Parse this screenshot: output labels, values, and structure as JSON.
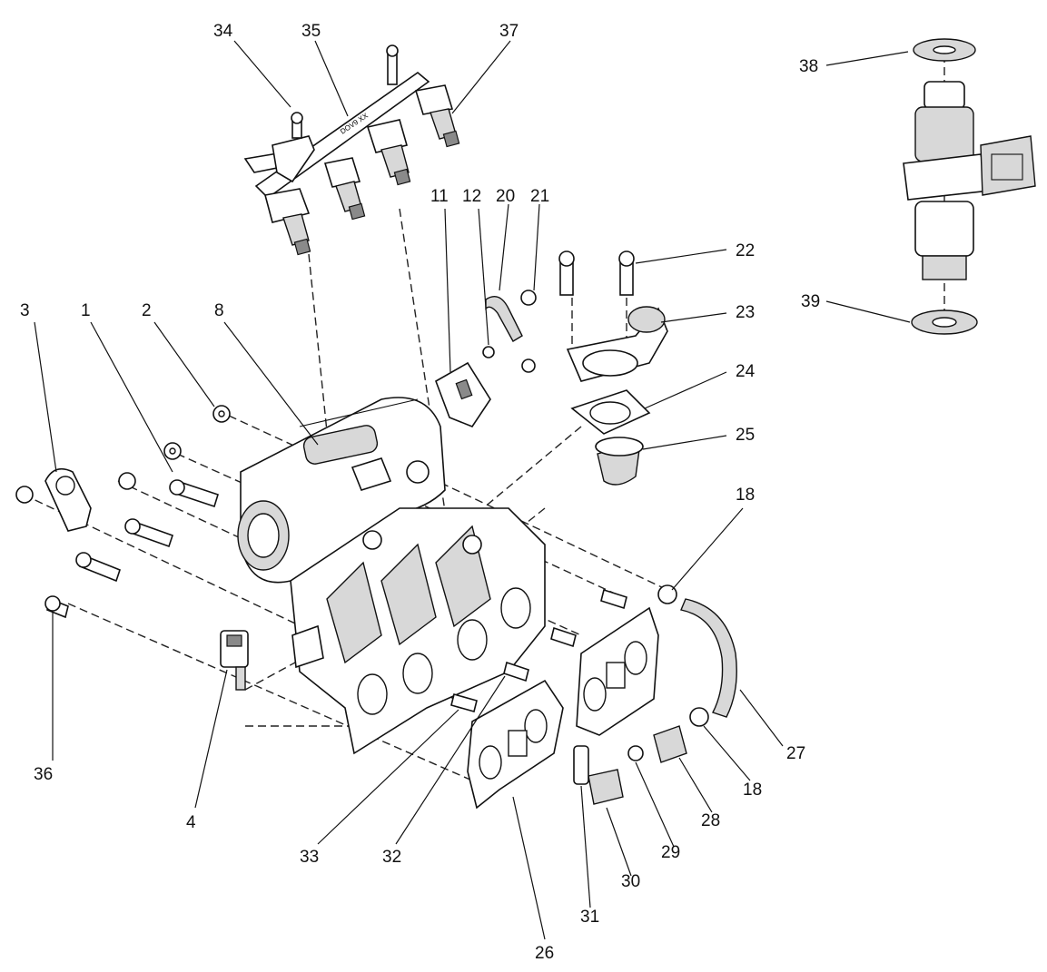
{
  "diagram": {
    "type": "exploded-parts-view",
    "rail_marking": "DOV9 XX",
    "colors": {
      "ink": "#111111",
      "shade": "#d8d8d8",
      "dark": "#8a8a8a",
      "background": "#ffffff"
    },
    "labels": {
      "p1": "1",
      "p2": "2",
      "p3": "3",
      "p4": "4",
      "p8": "8",
      "p11": "11",
      "p12": "12",
      "p18a": "18",
      "p18b": "18",
      "p20": "20",
      "p21": "21",
      "p22": "22",
      "p23": "23",
      "p24": "24",
      "p25": "25",
      "p26": "26",
      "p27": "27",
      "p28": "28",
      "p29": "29",
      "p30": "30",
      "p31": "31",
      "p32": "32",
      "p33": "33",
      "p34": "34",
      "p35": "35",
      "p36": "36",
      "p37": "37",
      "p38": "38",
      "p39": "39"
    }
  }
}
